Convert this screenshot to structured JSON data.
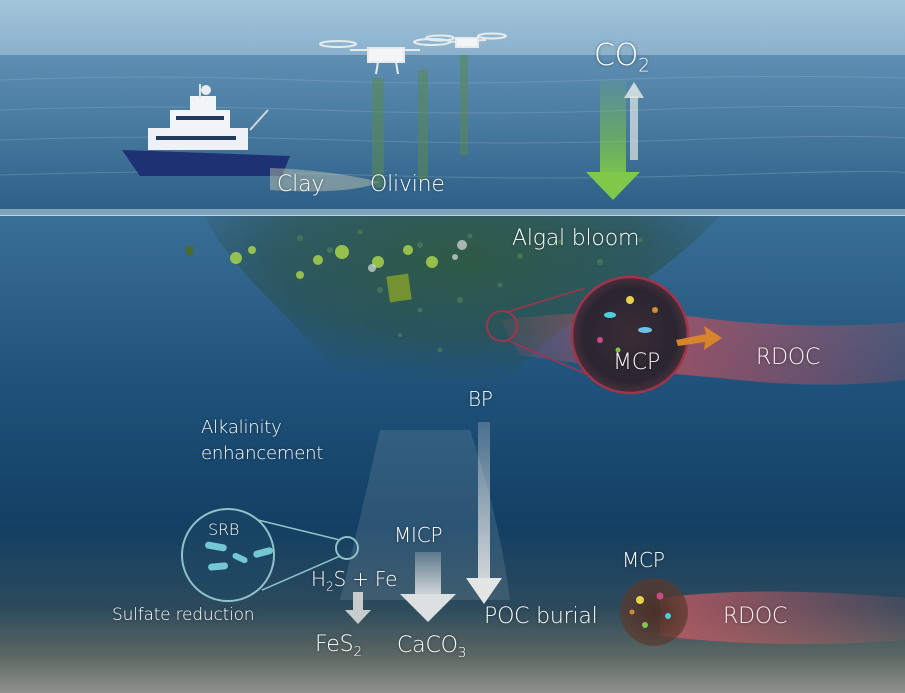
{
  "labels": {
    "co2": "CO",
    "co2_sub": "2",
    "clay": "Clay",
    "olivine": "Olivine",
    "algal_bloom": "Algal bloom",
    "mcp_top": "MCP",
    "rdoc_top": "RDOC",
    "bp": "BP",
    "alkalinity_line1": "Alkalinity",
    "alkalinity_line2": "enhancement",
    "srb": "SRB",
    "micp": "MICP",
    "h2s_h": "H",
    "h2s_sub": "2",
    "h2s_rest": "S + Fe",
    "mcp_bottom": "MCP",
    "sulfate_reduction": "Sulfate reduction",
    "poc_burial": "POC burial",
    "rdoc_bottom": "RDOC",
    "fes": "FeS",
    "fes_sub": "2",
    "caco": "CaCO",
    "caco_sub": "3"
  },
  "colors": {
    "sky": "#6f9fc0",
    "sea_surface": "#2b5f86",
    "deep_water": "#123e63",
    "sediment": "#6d706c",
    "algae": "#2f5a42",
    "rdoc_plume": "#c0505e",
    "co2_down_arrow": "#7fc84a",
    "mcp_ring": "#a0344a"
  },
  "icons": {
    "ship": "research-vessel-icon",
    "drones": "drone-icon",
    "arrows": "flux-arrow-icon",
    "microbes": "microbe-cluster-icon"
  }
}
